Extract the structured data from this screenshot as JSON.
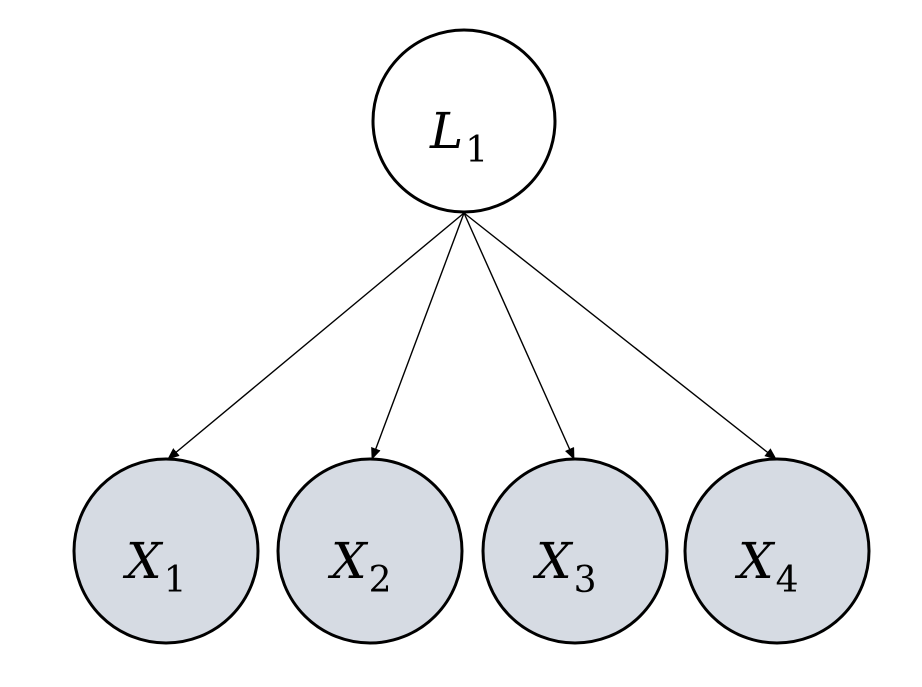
{
  "diagram": {
    "colors": {
      "latent_fill": "#ffffff",
      "observed_fill": "#d6dbe3",
      "stroke": "#000000"
    },
    "latent": {
      "id": "L1",
      "letter": "L",
      "subscript": "1"
    },
    "observed": [
      {
        "id": "X1",
        "letter": "X",
        "subscript": "1"
      },
      {
        "id": "X2",
        "letter": "X",
        "subscript": "2"
      },
      {
        "id": "X3",
        "letter": "X",
        "subscript": "3"
      },
      {
        "id": "X4",
        "letter": "X",
        "subscript": "4"
      }
    ],
    "edges": [
      {
        "from": "L1",
        "to": "X1"
      },
      {
        "from": "L1",
        "to": "X2"
      },
      {
        "from": "L1",
        "to": "X3"
      },
      {
        "from": "L1",
        "to": "X4"
      }
    ]
  }
}
